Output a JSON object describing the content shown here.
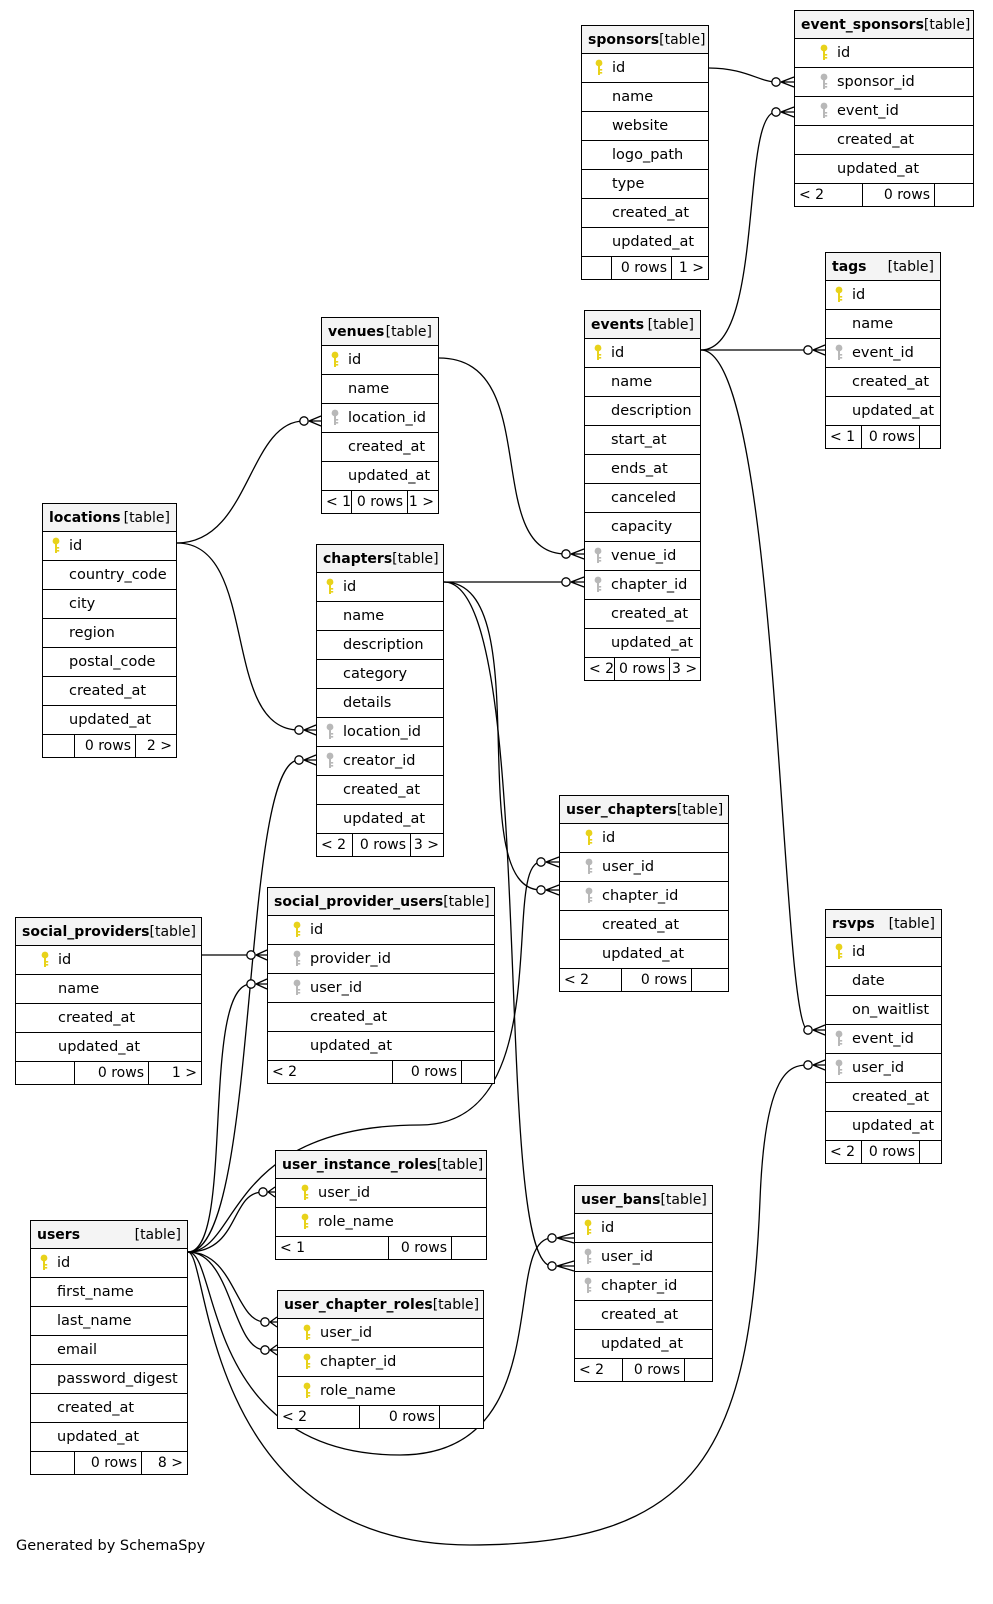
{
  "diagram": {
    "generated_by": "Generated by SchemaSpy",
    "colors": {
      "primary_key": "#e8d21a",
      "foreign_key": "#b8b8b8",
      "header_bg": "#f4f4f4"
    },
    "tables": {
      "sponsors": {
        "name": "sponsors",
        "type": "[table]",
        "columns": [
          {
            "name": "id",
            "key": "pk"
          },
          {
            "name": "name",
            "key": ""
          },
          {
            "name": "website",
            "key": ""
          },
          {
            "name": "logo_path",
            "key": ""
          },
          {
            "name": "type",
            "key": ""
          },
          {
            "name": "created_at",
            "key": ""
          },
          {
            "name": "updated_at",
            "key": ""
          }
        ],
        "footer": {
          "prev": "",
          "rows": "0 rows",
          "next": "1 >"
        }
      },
      "event_sponsors": {
        "name": "event_sponsors",
        "type": "[table]",
        "columns": [
          {
            "name": "id",
            "key": "pk"
          },
          {
            "name": "sponsor_id",
            "key": "fk"
          },
          {
            "name": "event_id",
            "key": "fk"
          },
          {
            "name": "created_at",
            "key": ""
          },
          {
            "name": "updated_at",
            "key": ""
          }
        ],
        "footer": {
          "prev": "< 2",
          "rows": "0 rows",
          "next": ""
        }
      },
      "tags": {
        "name": "tags",
        "type": "[table]",
        "columns": [
          {
            "name": "id",
            "key": "pk"
          },
          {
            "name": "name",
            "key": ""
          },
          {
            "name": "event_id",
            "key": "fk"
          },
          {
            "name": "created_at",
            "key": ""
          },
          {
            "name": "updated_at",
            "key": ""
          }
        ],
        "footer": {
          "prev": "< 1",
          "rows": "0 rows",
          "next": ""
        }
      },
      "venues": {
        "name": "venues",
        "type": "[table]",
        "columns": [
          {
            "name": "id",
            "key": "pk"
          },
          {
            "name": "name",
            "key": ""
          },
          {
            "name": "location_id",
            "key": "fk"
          },
          {
            "name": "created_at",
            "key": ""
          },
          {
            "name": "updated_at",
            "key": ""
          }
        ],
        "footer": {
          "prev": "< 1",
          "rows": "0 rows",
          "next": "1 >"
        }
      },
      "events": {
        "name": "events",
        "type": "[table]",
        "columns": [
          {
            "name": "id",
            "key": "pk"
          },
          {
            "name": "name",
            "key": ""
          },
          {
            "name": "description",
            "key": ""
          },
          {
            "name": "start_at",
            "key": ""
          },
          {
            "name": "ends_at",
            "key": ""
          },
          {
            "name": "canceled",
            "key": ""
          },
          {
            "name": "capacity",
            "key": ""
          },
          {
            "name": "venue_id",
            "key": "fk"
          },
          {
            "name": "chapter_id",
            "key": "fk"
          },
          {
            "name": "created_at",
            "key": ""
          },
          {
            "name": "updated_at",
            "key": ""
          }
        ],
        "footer": {
          "prev": "< 2",
          "rows": "0 rows",
          "next": "3 >"
        }
      },
      "locations": {
        "name": "locations",
        "type": "[table]",
        "columns": [
          {
            "name": "id",
            "key": "pk"
          },
          {
            "name": "country_code",
            "key": ""
          },
          {
            "name": "city",
            "key": ""
          },
          {
            "name": "region",
            "key": ""
          },
          {
            "name": "postal_code",
            "key": ""
          },
          {
            "name": "created_at",
            "key": ""
          },
          {
            "name": "updated_at",
            "key": ""
          }
        ],
        "footer": {
          "prev": "",
          "rows": "0 rows",
          "next": "2 >"
        }
      },
      "chapters": {
        "name": "chapters",
        "type": "[table]",
        "columns": [
          {
            "name": "id",
            "key": "pk"
          },
          {
            "name": "name",
            "key": ""
          },
          {
            "name": "description",
            "key": ""
          },
          {
            "name": "category",
            "key": ""
          },
          {
            "name": "details",
            "key": ""
          },
          {
            "name": "location_id",
            "key": "fk"
          },
          {
            "name": "creator_id",
            "key": "fk"
          },
          {
            "name": "created_at",
            "key": ""
          },
          {
            "name": "updated_at",
            "key": ""
          }
        ],
        "footer": {
          "prev": "< 2",
          "rows": "0 rows",
          "next": "3 >"
        }
      },
      "user_chapters": {
        "name": "user_chapters",
        "type": "[table]",
        "columns": [
          {
            "name": "id",
            "key": "pk"
          },
          {
            "name": "user_id",
            "key": "fk"
          },
          {
            "name": "chapter_id",
            "key": "fk"
          },
          {
            "name": "created_at",
            "key": ""
          },
          {
            "name": "updated_at",
            "key": ""
          }
        ],
        "footer": {
          "prev": "< 2",
          "rows": "0 rows",
          "next": ""
        }
      },
      "social_providers": {
        "name": "social_providers",
        "type": "[table]",
        "columns": [
          {
            "name": "id",
            "key": "pk"
          },
          {
            "name": "name",
            "key": ""
          },
          {
            "name": "created_at",
            "key": ""
          },
          {
            "name": "updated_at",
            "key": ""
          }
        ],
        "footer": {
          "prev": "",
          "rows": "0 rows",
          "next": "1 >"
        }
      },
      "social_provider_users": {
        "name": "social_provider_users",
        "type": "[table]",
        "columns": [
          {
            "name": "id",
            "key": "pk"
          },
          {
            "name": "provider_id",
            "key": "fk"
          },
          {
            "name": "user_id",
            "key": "fk"
          },
          {
            "name": "created_at",
            "key": ""
          },
          {
            "name": "updated_at",
            "key": ""
          }
        ],
        "footer": {
          "prev": "< 2",
          "rows": "0 rows",
          "next": ""
        }
      },
      "rsvps": {
        "name": "rsvps",
        "type": "[table]",
        "columns": [
          {
            "name": "id",
            "key": "pk"
          },
          {
            "name": "date",
            "key": ""
          },
          {
            "name": "on_waitlist",
            "key": ""
          },
          {
            "name": "event_id",
            "key": "fk"
          },
          {
            "name": "user_id",
            "key": "fk"
          },
          {
            "name": "created_at",
            "key": ""
          },
          {
            "name": "updated_at",
            "key": ""
          }
        ],
        "footer": {
          "prev": "< 2",
          "rows": "0 rows",
          "next": ""
        }
      },
      "user_instance_roles": {
        "name": "user_instance_roles",
        "type": "[table]",
        "columns": [
          {
            "name": "user_id",
            "key": "pk"
          },
          {
            "name": "role_name",
            "key": "pk"
          }
        ],
        "footer": {
          "prev": "< 1",
          "rows": "0 rows",
          "next": ""
        }
      },
      "user_bans": {
        "name": "user_bans",
        "type": "[table]",
        "columns": [
          {
            "name": "id",
            "key": "pk"
          },
          {
            "name": "user_id",
            "key": "fk"
          },
          {
            "name": "chapter_id",
            "key": "fk"
          },
          {
            "name": "created_at",
            "key": ""
          },
          {
            "name": "updated_at",
            "key": ""
          }
        ],
        "footer": {
          "prev": "< 2",
          "rows": "0 rows",
          "next": ""
        }
      },
      "users": {
        "name": "users",
        "type": "[table]",
        "columns": [
          {
            "name": "id",
            "key": "pk"
          },
          {
            "name": "first_name",
            "key": ""
          },
          {
            "name": "last_name",
            "key": ""
          },
          {
            "name": "email",
            "key": ""
          },
          {
            "name": "password_digest",
            "key": ""
          },
          {
            "name": "created_at",
            "key": ""
          },
          {
            "name": "updated_at",
            "key": ""
          }
        ],
        "footer": {
          "prev": "",
          "rows": "0 rows",
          "next": "8 >"
        }
      },
      "user_chapter_roles": {
        "name": "user_chapter_roles",
        "type": "[table]",
        "columns": [
          {
            "name": "user_id",
            "key": "pk"
          },
          {
            "name": "chapter_id",
            "key": "pk"
          },
          {
            "name": "role_name",
            "key": "pk"
          }
        ],
        "footer": {
          "prev": "< 2",
          "rows": "0 rows",
          "next": ""
        }
      }
    }
  }
}
